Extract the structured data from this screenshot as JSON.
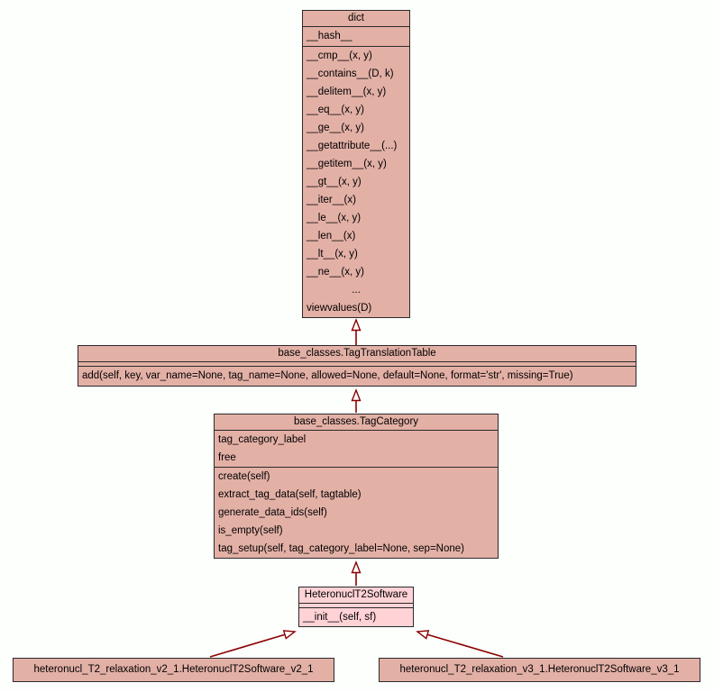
{
  "colors": {
    "background": "#fcfffc",
    "node_fill": "#e3b0a6",
    "highlight_fill": "#ffd2d6",
    "node_border": "#2a2a2a",
    "arrow": "#8b0000",
    "text": "#000000"
  },
  "diagram_type": "uml-class-inheritance",
  "classes": [
    {
      "id": "dict",
      "title": "dict",
      "attributes": [
        "__hash__"
      ],
      "methods": [
        "__cmp__(x, y)",
        "__contains__(D, k)",
        "__delitem__(x, y)",
        "__eq__(x, y)",
        "__ge__(x, y)",
        "__getattribute__(...)",
        "__getitem__(x, y)",
        "__gt__(x, y)",
        "__iter__(x)",
        "__le__(x, y)",
        "__len__(x)",
        "__lt__(x, y)",
        "__ne__(x, y)",
        "...",
        "viewvalues(D)"
      ]
    },
    {
      "id": "tag-translation-table",
      "title": "base_classes.TagTranslationTable",
      "attributes": [],
      "methods": [
        "add(self, key, var_name=None, tag_name=None, allowed=None, default=None, format='str', missing=True)"
      ]
    },
    {
      "id": "tag-category",
      "title": "base_classes.TagCategory",
      "attributes": [
        "tag_category_label",
        "free"
      ],
      "methods": [
        "create(self)",
        "extract_tag_data(self, tagtable)",
        "generate_data_ids(self)",
        "is_empty(self)",
        "tag_setup(self, tag_category_label=None, sep=None)"
      ]
    },
    {
      "id": "heteronucl-t2-software",
      "title": "HeteronuclT2Software",
      "attributes": [],
      "methods": [
        "__init__(self, sf)"
      ],
      "highlighted": true
    },
    {
      "id": "heteronucl-t2-software-v2-1",
      "title": "heteronucl_T2_relaxation_v2_1.HeteronuclT2Software_v2_1",
      "attributes": [],
      "methods": []
    },
    {
      "id": "heteronucl-t2-software-v3-1",
      "title": "heteronucl_T2_relaxation_v3_1.HeteronuclT2Software_v3_1",
      "attributes": [],
      "methods": []
    }
  ],
  "edges": [
    {
      "from": "base_classes.TagTranslationTable",
      "to": "dict",
      "type": "inheritance"
    },
    {
      "from": "base_classes.TagCategory",
      "to": "base_classes.TagTranslationTable",
      "type": "inheritance"
    },
    {
      "from": "HeteronuclT2Software",
      "to": "base_classes.TagCategory",
      "type": "inheritance"
    },
    {
      "from": "heteronucl_T2_relaxation_v2_1.HeteronuclT2Software_v2_1",
      "to": "HeteronuclT2Software",
      "type": "inheritance"
    },
    {
      "from": "heteronucl_T2_relaxation_v3_1.HeteronuclT2Software_v3_1",
      "to": "HeteronuclT2Software",
      "type": "inheritance"
    }
  ]
}
